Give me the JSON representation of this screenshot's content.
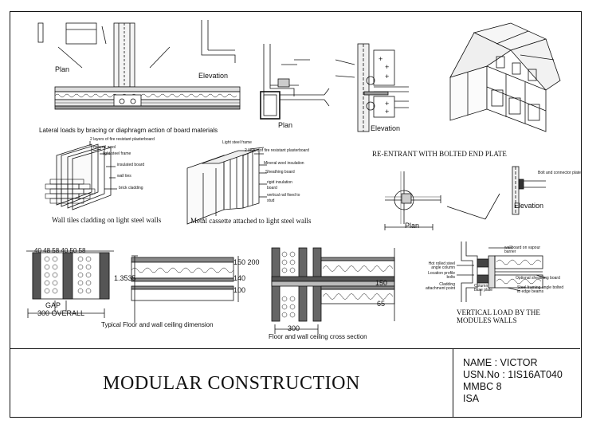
{
  "labels": {
    "plan_1": "Plan",
    "elevation_1": "Elevation",
    "plan_2": "Plan",
    "elevation_2": "Elevation",
    "lateral_caption": "Lateral loads by bracing or diaphragm action of board materials",
    "wall_tiles": {
      "layers_plasterboard": "2 layers of fire resistant plasterboard",
      "mineral_wool": "mineral wool",
      "light_steel_frame": "light steel frame",
      "insulated_board": "insulated board",
      "wall_ties": "wall ties",
      "brick_cladding": "brick cladding",
      "caption": "Wall tiles cladding on light steel walls"
    },
    "metal_cassette": {
      "light_steel_frame": "Light steel frame",
      "layers_plasterboard": "2 layers of fire resistant plasterboard",
      "mineral_wool_insulation": "Mineral wool insulation",
      "sheathing_board": "Sheathing board",
      "rigid_insulation_1": "rigid insulation",
      "rigid_insulation_2": "board",
      "vertical_rail_1": "vertical rail fixed to",
      "vertical_rail_2": "stud",
      "caption": "Metal cassette attached to light steel walls"
    },
    "reentrant": {
      "title": "RE-ENTRANT WITH BOLTED END PLATE",
      "plan": "Plan",
      "elevation": "Elevation",
      "bolt_connector": "Bolt and connector plate"
    },
    "floor_dims": {
      "top_dims": "40 48 58 40 50 58",
      "dim_1353": "1.3535",
      "dim_150_200": "150 200",
      "dim_140": "140",
      "dim_100": "100",
      "gap": "GAP",
      "overall": "300 OVERALL",
      "caption": "Typical Floor and wall ceiling dimension"
    },
    "cross_section": {
      "dim_150": "150",
      "dim_65": "65",
      "dim_300": "300",
      "caption": "Floor and wall ceiling cross section"
    },
    "vertical_load": {
      "wallboard": "wallboard on vapour barrier",
      "hot_rolled": "Hot rolled steel angle column",
      "location_profile": "Location profile bolts",
      "cladding_point": "Cladding attachment point",
      "column_base": "Column base plate",
      "optional_sheathing": "Optional sheathing board",
      "steel_framing": "Steel framing angle bolted to edge beams",
      "caption_1": "VERTICAL LOAD BY THE",
      "caption_2": "MODULES WALLS"
    }
  },
  "title_block": {
    "title": "MODULAR CONSTRUCTION",
    "name": "NAME : VICTOR",
    "usn": "USN.No : 1IS16AT040",
    "course": "MMBC 8",
    "section": "ISA"
  }
}
